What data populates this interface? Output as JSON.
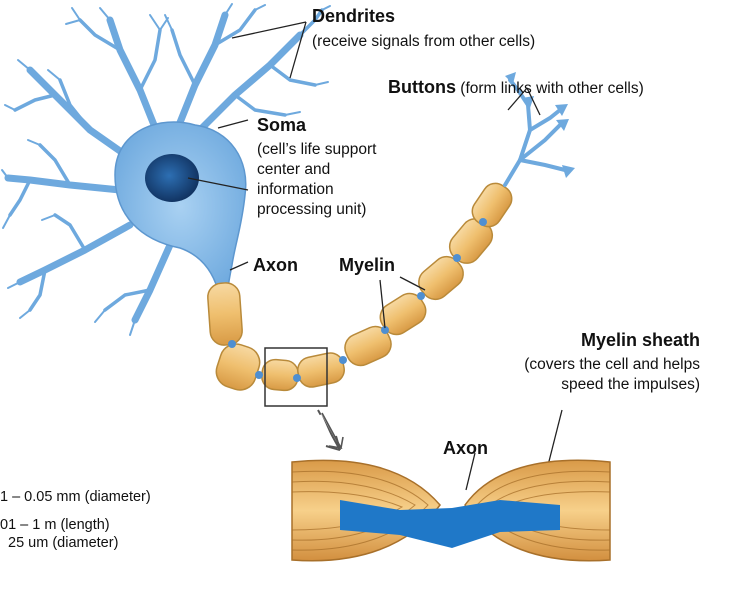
{
  "labels": {
    "dendrites": "Dendrites",
    "dendrites_desc": "(receive signals from other cells)",
    "buttons": "Buttons",
    "buttons_desc": "(form links with other cells)",
    "soma": "Soma",
    "soma_desc": [
      "(cell’s life support",
      "center and",
      "information",
      "processing unit)"
    ],
    "axon": "Axon",
    "myelin": "Myelin",
    "myelin_sheath": "Myelin sheath",
    "myelin_sheath_desc": [
      "(covers the cell and helps",
      "speed the impulses)"
    ],
    "axon_inset": "Axon"
  },
  "measurements": [
    "1 – 0.05 mm (diameter)",
    "01 – 1 m (length)",
    "25 um (diameter)"
  ],
  "colors": {
    "cell_body": "#7ab4e6",
    "nucleus": "#1d4f8c",
    "myelin": "#f2c27a",
    "myelin_outline": "#b98a3a",
    "axon_core": "#1f78c8"
  }
}
